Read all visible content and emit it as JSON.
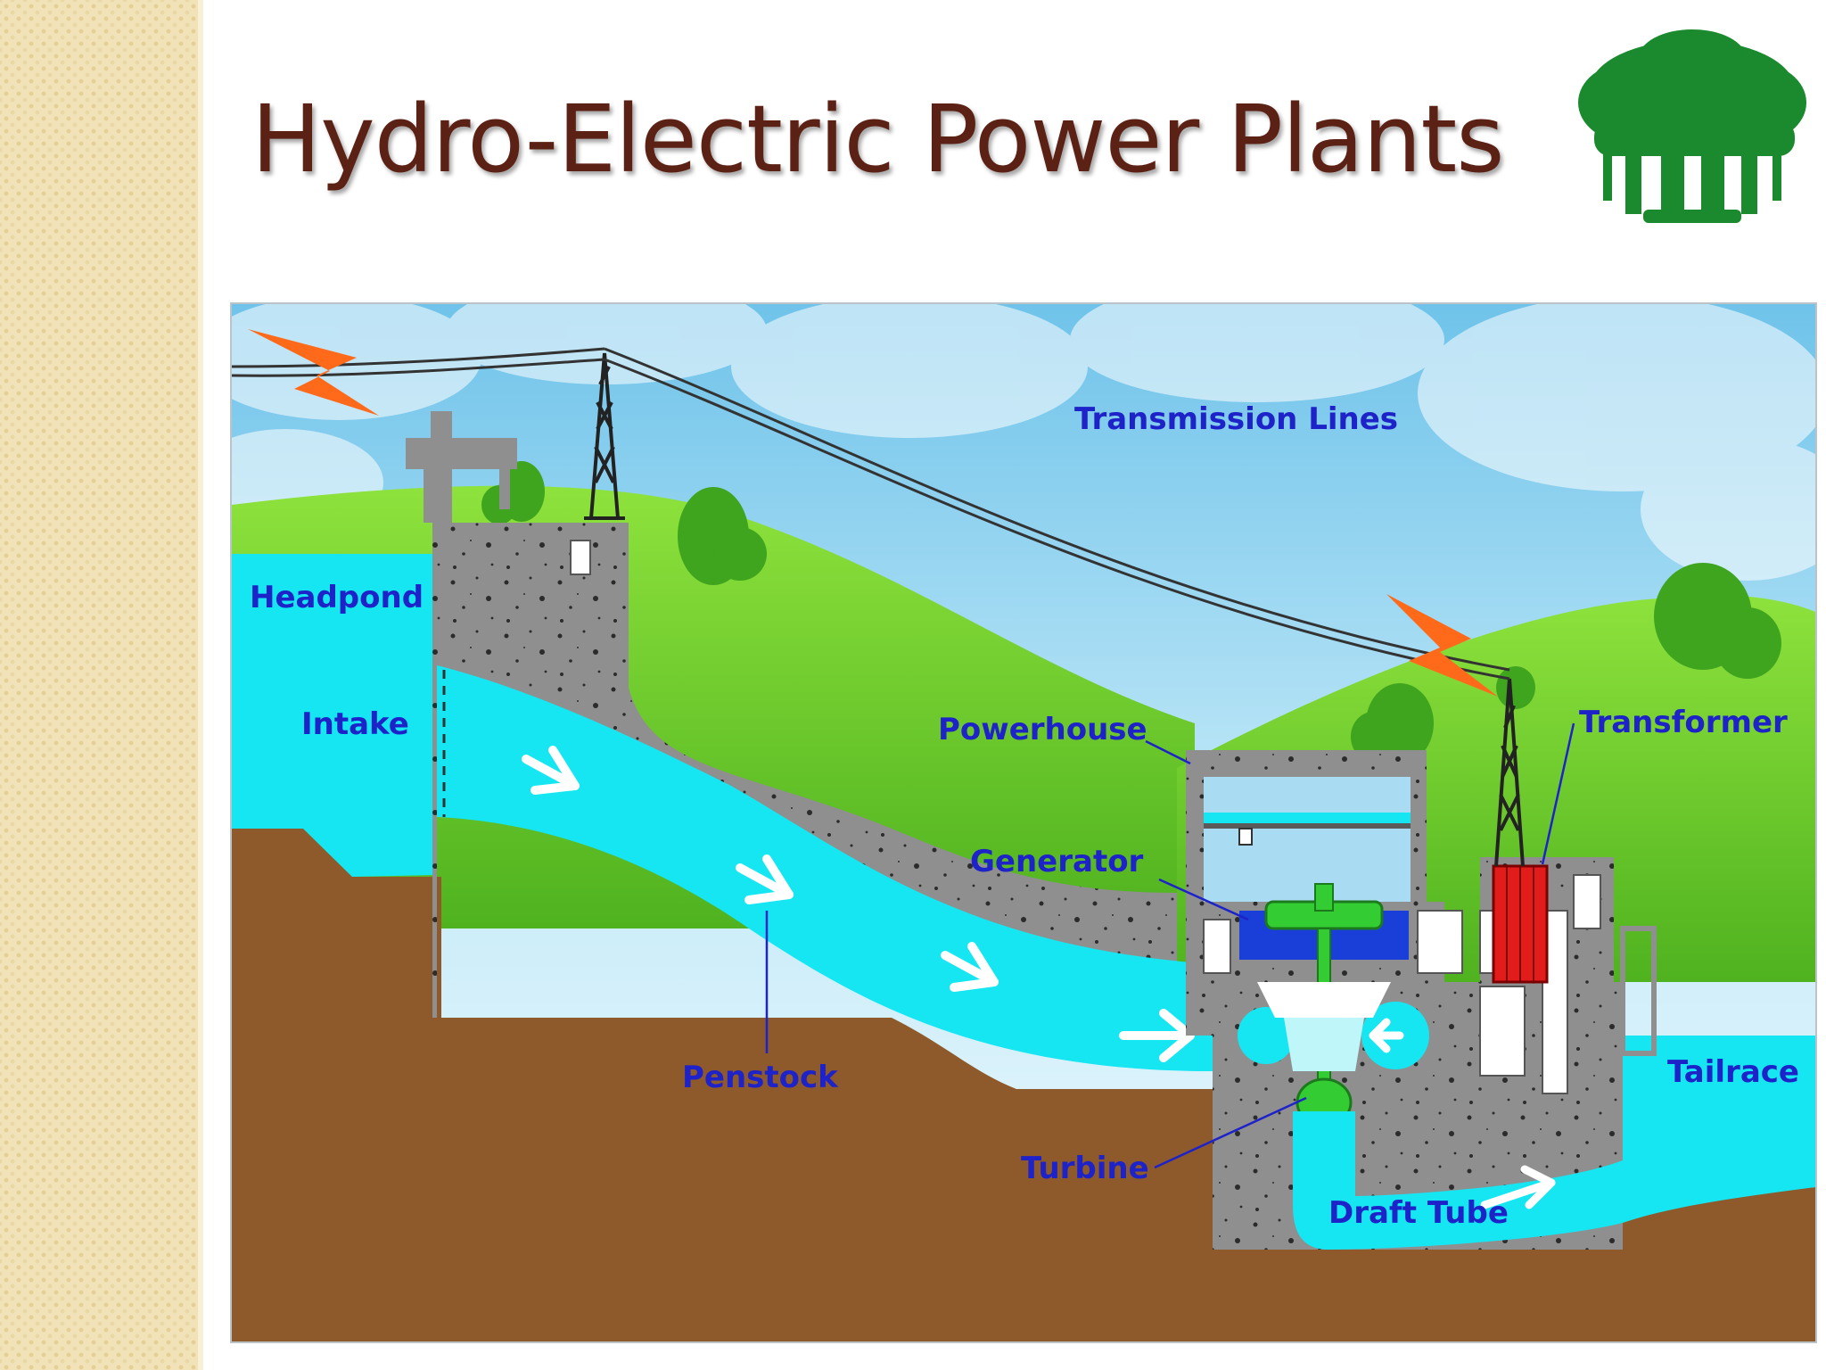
{
  "slide": {
    "title": "Hydro-Electric Power Plants",
    "logo": {
      "icon": "banyan-tree-icon",
      "color": "#1b8a2e"
    }
  },
  "diagram": {
    "labels": {
      "transmission_lines": "Transmission Lines",
      "headpond": "Headpond",
      "intake": "Intake",
      "powerhouse": "Powerhouse",
      "transformer": "Transformer",
      "generator": "Generator",
      "penstock": "Penstock",
      "tailrace": "Tailrace",
      "turbine": "Turbine",
      "draft_tube": "Draft Tube"
    },
    "colors": {
      "water": "#15e6f2",
      "earth": "#8e5a2b",
      "concrete": "#8f8f8f",
      "grass": "#6fcf2d",
      "sky": "#a9dcf2",
      "label": "#1d22c9",
      "spark": "#ff6a1a",
      "transformer": "#e21b1b",
      "generator": "#33cc33"
    }
  }
}
